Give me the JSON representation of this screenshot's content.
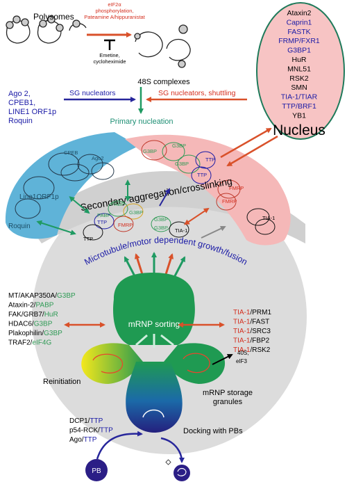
{
  "colors": {
    "blue_text": "#1a1aa6",
    "red_text": "#d42e1e",
    "green_text": "#2f9a55",
    "teal_text": "#1e8f74",
    "cyan_region": "#5fb3d8",
    "pink_region": "#f5b8b8",
    "gray_region": "#dcdcdc",
    "mrnp_green": "#1f9a52",
    "nucleus_fill": "#f7c4c4",
    "nucleus_border": "#1e7a5a",
    "pb_fill": "#2b1e86"
  },
  "top": {
    "polysomes": "Polysomes",
    "eif_line1": "eIF2α",
    "eif_line2": "phosphorylation,",
    "eif_line3": "Pateamine A/hippuranistat",
    "inhibitor_line1": "Emetine,",
    "inhibitor_line2": "cycloheximide",
    "complexes": "48S complexes"
  },
  "nucleators": {
    "left_lines": [
      "Ago 2,",
      "CPEB1,",
      "LINE1 ORF1p",
      "Roquin"
    ],
    "sg_nucleators_left": "SG nucleators",
    "sg_nucleators_right": "SG nucleators, shuttling",
    "primary": "Primary nucleation"
  },
  "nucleus": {
    "proteins": [
      {
        "text": "Ataxin2",
        "color": "black"
      },
      {
        "text": "Caprin1",
        "color": "blue"
      },
      {
        "text": "FASTK",
        "color": "blue"
      },
      {
        "text": "FRMP/FXR1",
        "color": "blue"
      },
      {
        "text": "G3BP1",
        "color": "blue"
      },
      {
        "text": "HuR",
        "color": "black"
      },
      {
        "text": "MNL51",
        "color": "black"
      },
      {
        "text": "RSK2",
        "color": "black"
      },
      {
        "text": "SMN",
        "color": "black"
      },
      {
        "text": "TIA-1/TIAR",
        "color": "blue"
      },
      {
        "text": "TTP/BRF1",
        "color": "blue"
      },
      {
        "text": "YB1",
        "color": "black"
      }
    ],
    "label": "Nucleus"
  },
  "granule_labels": {
    "ago2": "Ago2",
    "cpeb": "CPEB",
    "line1": "Line1ORF1p",
    "roquin": "Roquin",
    "g3bp": "G3BP",
    "ttp": "TTP",
    "fmrp": "FMRP",
    "tia1": "TIA-1",
    "pabp": "PABP"
  },
  "labels": {
    "secondary": "Secondary aggregation/crosslinking",
    "microtubule": "Microtubule/motor dependent growth/fusion",
    "mrnp_sorting": "mRNP sorting",
    "reinitiation": "Reinitiation",
    "storage_line1": "mRNP storage",
    "storage_line2": "granules",
    "factor_40s": "40S,",
    "factor_eif3": "eIF3",
    "docking": "Docking with PBs",
    "pb": "PB"
  },
  "left_list": [
    {
      "pre": "MT/AKAP350A/",
      "post": "G3BP"
    },
    {
      "pre": "Ataxin-2/",
      "post": "PABP"
    },
    {
      "pre": "FAK/GRB7/",
      "post": "HuR"
    },
    {
      "pre": "HDAC6/",
      "post": "G3BP"
    },
    {
      "pre": "Plakophilin/",
      "post": "G3BP"
    },
    {
      "pre": "TRAF2/",
      "post": "eIF4G"
    }
  ],
  "right_list": [
    {
      "pre": "TIA-1",
      "post": "/PRM1"
    },
    {
      "pre": "TIA-1",
      "post": "/FAST"
    },
    {
      "pre": "TIA-1",
      "post": "/SRC3"
    },
    {
      "pre": "TIA-1",
      "post": "/FBP2"
    },
    {
      "pre": "TIA-1",
      "post": "/RSK2"
    }
  ],
  "pb_list": [
    {
      "pre": "DCP1/",
      "post": "TTP"
    },
    {
      "pre": "p54-RCK/",
      "post": "TTP"
    },
    {
      "pre": "Ago/",
      "post": "TTP"
    }
  ]
}
